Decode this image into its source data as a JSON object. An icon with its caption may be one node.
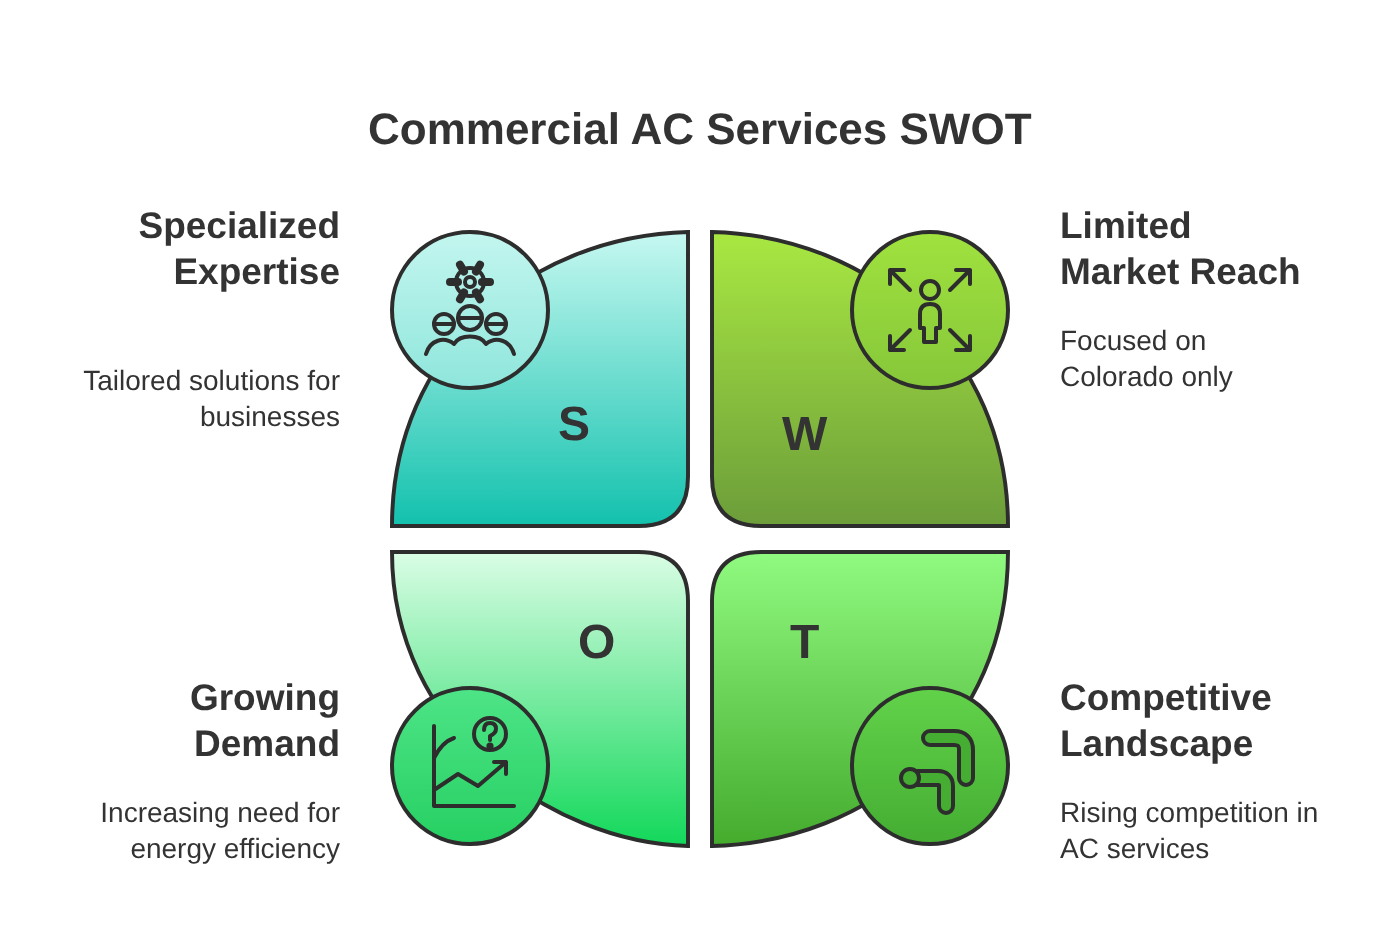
{
  "diagram": {
    "title": "Commercial AC Services SWOT",
    "nodes": [
      {
        "text": [
          "S"
        ],
        "beside": [
          "Specialized Expertise",
          "Tailored solutions for businesses"
        ]
      },
      {
        "text": [
          "W"
        ],
        "beside": [
          "Limited Market Reach",
          "Focused on Colorado only"
        ]
      },
      {
        "text": [
          "O"
        ],
        "beside": [
          "Growing Demand",
          "Increasing need for energy efficiency"
        ]
      },
      {
        "text": [
          "T"
        ],
        "beside": [
          "Competitive Landscape",
          "Rising competition in AC services"
        ]
      }
    ]
  }
}
